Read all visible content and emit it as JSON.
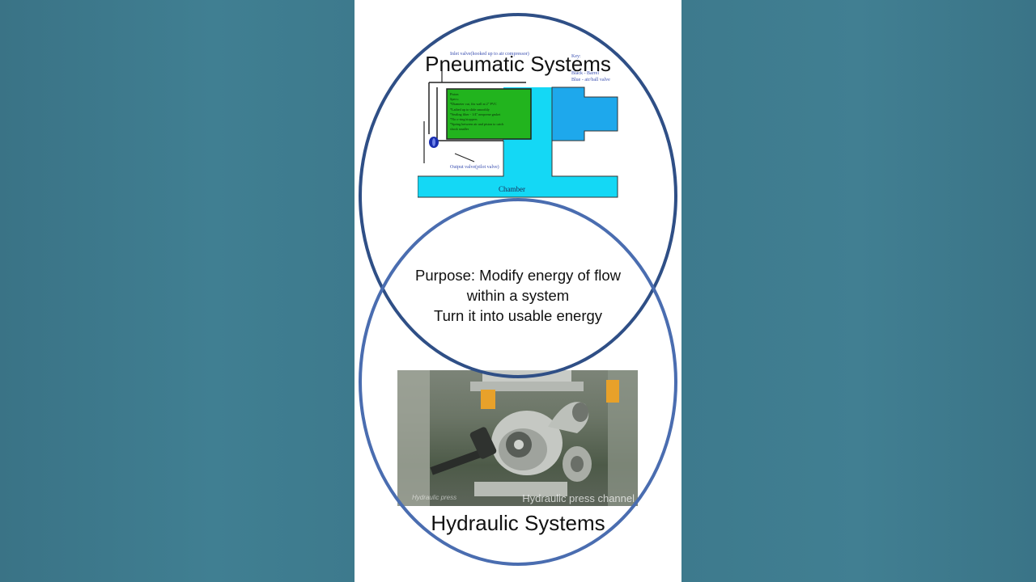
{
  "slide": {
    "top_title": "Pneumatic Systems",
    "bottom_title": "Hydraulic Systems",
    "purpose_lines": [
      "Purpose: Modify energy of flow",
      "within a system",
      "Turn it into usable energy"
    ]
  },
  "pneumatic_diagram": {
    "chamber_label": "Chamber",
    "output_valve_label": "Output valve(pilot valve)",
    "inlet_label": "Inlet valve(hooked up to air compressor)",
    "key_lines": [
      "Key:",
      "Black - Barrel",
      "Blue - air/ball valve"
    ],
    "piston_note_lines": [
      "Piston",
      "Specs:",
      "*Diameter cut, fits wall at 2\" PVC",
      "*Lathed up to slide smoothly",
      "*Sealing fiber - 1/4\" neoprene gasket",
      "*No o-ring/stoppers",
      "*Spring between air and piston to catch",
      "  shock smaller"
    ],
    "colors": {
      "chamber": "#14d8f5",
      "valve_body": "#1ea8ec",
      "piston": "#22b41e",
      "ball_valve": "#1a2fb0"
    }
  },
  "photo": {
    "watermark": "Hydraulic press channel",
    "logo_text": "Hydraulic press"
  },
  "colors": {
    "background": "#3f7a8c",
    "top_circle": "#2f4f86",
    "bottom_circle": "#4a6db0"
  }
}
